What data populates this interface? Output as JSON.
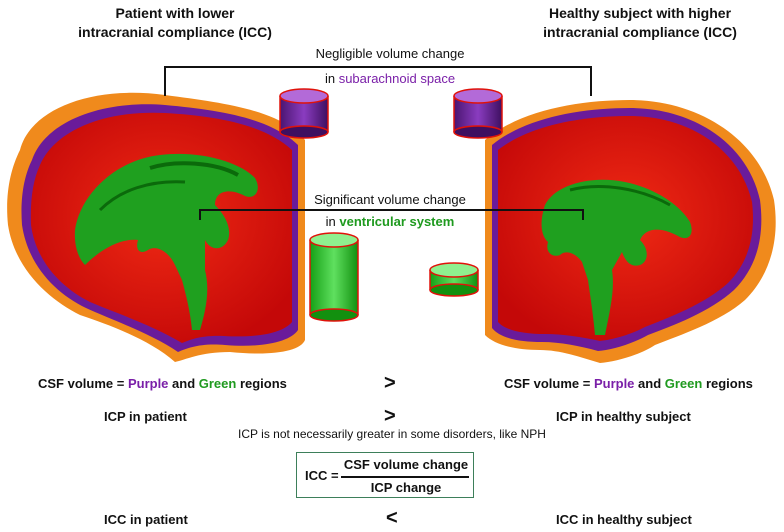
{
  "left_title": [
    "Patient with lower",
    "intracranial compliance (ICC)"
  ],
  "right_title": [
    "Healthy subject with higher",
    "intracranial compliance (ICC)"
  ],
  "subarachnoid": {
    "line1": "Negligible volume change",
    "prefix": "in ",
    "term": "subarachnoid space"
  },
  "ventricular": {
    "line1": "Significant volume change",
    "prefix": "in ",
    "term": "ventricular system"
  },
  "csf_row": {
    "left": {
      "prefix": "CSF volume = ",
      "purple": "Purple",
      "and": " and ",
      "green": "Green",
      "suffix": " regions"
    },
    "op": ">",
    "right": {
      "prefix": "CSF volume = ",
      "purple": "Purple",
      "and": " and ",
      "green": "Green",
      "suffix": " regions"
    }
  },
  "icp_row": {
    "left": "ICP in patient",
    "op": ">",
    "right": "ICP in healthy subject"
  },
  "note": "ICP is not necessarily greater in some disorders, like NPH",
  "formula": {
    "lhs": "ICC =",
    "numerator": "CSF volume change",
    "denominator": "ICP change"
  },
  "icc_row": {
    "left": "ICC in patient",
    "op": "<",
    "right": "ICC in healthy subject"
  },
  "colors": {
    "skull_orange": "#f08a1c",
    "brain_red": "#e0120a",
    "csf_purple": "#6a1b9a",
    "ventricle_green": "#1fa01f",
    "formula_border": "#3d7f5a"
  }
}
